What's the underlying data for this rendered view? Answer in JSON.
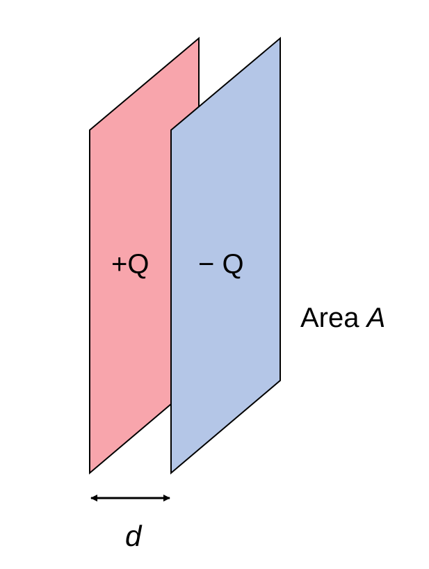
{
  "labels": {
    "positive_charge": "+Q",
    "negative_charge": "− Q",
    "area_word": "Area",
    "area_symbol": "A",
    "separation": "d"
  },
  "colors": {
    "positive_plate": "#f8a5ac",
    "negative_plate": "#b4c6e7",
    "outline": "#000000",
    "background": "#ffffff"
  }
}
